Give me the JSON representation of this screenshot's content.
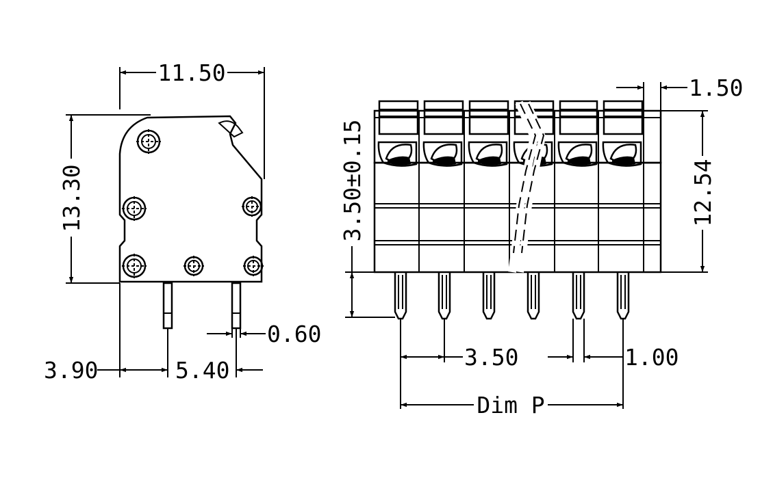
{
  "drawing": {
    "side_view": {
      "width_dim": "11.50",
      "height_dim": "13.30",
      "pin_offset_dim": "3.90",
      "pin_spacing_dim": "5.40",
      "pin_width_dim": "0.60"
    },
    "front_view": {
      "top_offset_dim": "1.50",
      "body_height_dim": "12.54",
      "pin_length_dim": "3.50±0.15",
      "pitch_dim": "3.50",
      "gap_dim": "1.00",
      "overall_dim": "Dim P"
    }
  },
  "colors": {
    "line": "#000000",
    "background": "#ffffff"
  }
}
